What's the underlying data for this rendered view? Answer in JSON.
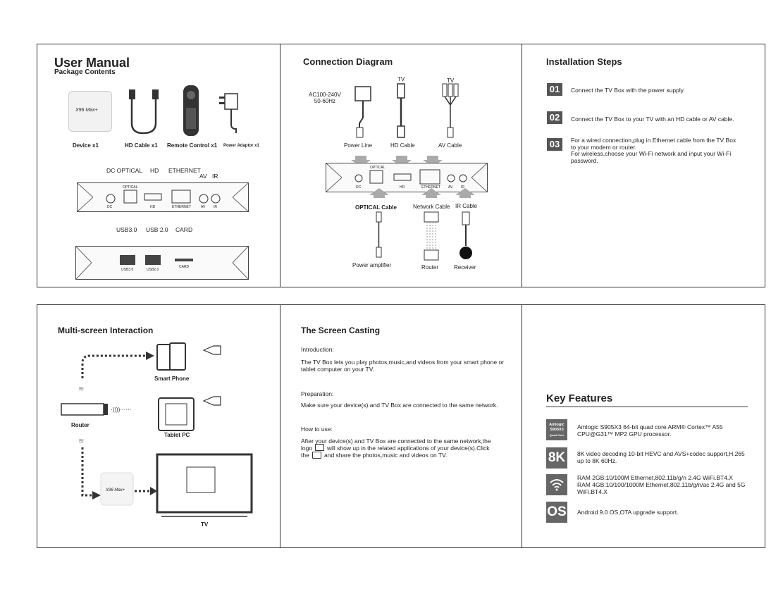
{
  "manual": {
    "title": "User Manual",
    "subtitle": "Package Contents",
    "items": [
      "Device x1",
      "HD Cable x1",
      "Remote Control x1",
      "Power Adaptor x1"
    ],
    "device_brand": "X96 Max+",
    "back_ports_top": {
      "dc_optical": "DC OPTICAL",
      "hd": "HD",
      "ethernet": "ETHERNET",
      "av": "AV",
      "ir": "IR"
    },
    "back_ports_small": {
      "optical": "OPTICAL",
      "dc": "DC",
      "hd": "HD",
      "ethernet": "ETHERNET",
      "av": "AV",
      "ir": "IR"
    },
    "side_ports": {
      "usb3": "USB3.0",
      "usb2": "USB 2.0",
      "card": "CARD",
      "usb3_small": "USB3.0",
      "usb2_small": "USB2.0",
      "card_small": "CARD"
    }
  },
  "connection": {
    "title": "Connection Diagram",
    "power_spec": "AC100-240V\n50-60Hz",
    "tv1": "TV",
    "tv2": "TV",
    "power_line": "Power Line",
    "hd_cable": "HD Cable",
    "av_cable": "AV Cable",
    "optical_cable": "OPTICAL  Cable",
    "network_cable": "Network Cable",
    "ir_cable": "IR Cable",
    "power_amplifier": "Power amplifier",
    "router": "Router",
    "receiver": "Receiver",
    "ports": {
      "optical": "OPTICAL",
      "dc": "DC",
      "hd": "HD",
      "ethernet": "ETHERNET",
      "av": "AV",
      "ir": "IR"
    }
  },
  "install": {
    "title": "Installation Steps",
    "steps": [
      {
        "num": "01",
        "text": "Connect the TV Box with the power supply."
      },
      {
        "num": "02",
        "text": "Connect the TV Box to your TV with an HD cable or AV cable."
      },
      {
        "num": "03",
        "text": "For a wired connection,plug in Ethernet cable from the TV Box to your modem or router.\nFor wireless,choose your Wi-Fi network and input your Wi-Fi password."
      }
    ]
  },
  "multiscreen": {
    "title": "Multi-screen Interaction",
    "smart_phone": "Smart Phone",
    "router": "Router",
    "tablet": "Tablet PC",
    "tv": "TV",
    "device_brand": "X96 Max+"
  },
  "casting": {
    "title": "The Screen Casting",
    "intro_h": "Introduction:",
    "intro": "The TV Box lets you play photos,music,and videos from your smart phone or tablet computer on your TV.",
    "prep_h": "Preparation:",
    "prep": "Make sure your device(s) and TV Box are connected to the same network.",
    "how_h": "How to use:",
    "how_1": "After your device(s) and TV Box are connected to the same network,the",
    "how_2a": "logo",
    "how_2b": "will show up in the related applications of your device(s).Click",
    "how_3a": "the",
    "how_3b": "and share the photos,music and videos on TV."
  },
  "features": {
    "title": "Key Features",
    "items": [
      {
        "icon": "amlogic-chip-icon",
        "icon_text": "Amlogic S905X3",
        "icon_sub": "Quad Core",
        "text": "Amlogic S905X3 64-bit quad core ARM® Cortex™ A55\nCPU@G31™ MP2 GPU processor."
      },
      {
        "icon": "8k-icon",
        "icon_text": "8K",
        "text": "8K video decoding 10-bit HEVC and AVS+codec support,H.265\nup to 8K 60Hz."
      },
      {
        "icon": "wifi-icon",
        "icon_text": "",
        "text": "RAM 2GB:10/100M Ethernet,802.11b/g/n 2.4G WiFi.BT4.X\nRAM 4GB:10/100/1000M Ethernet,802.11b/g/n/ac 2.4G and 5G\nWiFi.BT4.X"
      },
      {
        "icon": "os-icon",
        "icon_text": "OS",
        "text": "Android 9.0 OS,OTA upgrade support."
      }
    ]
  }
}
